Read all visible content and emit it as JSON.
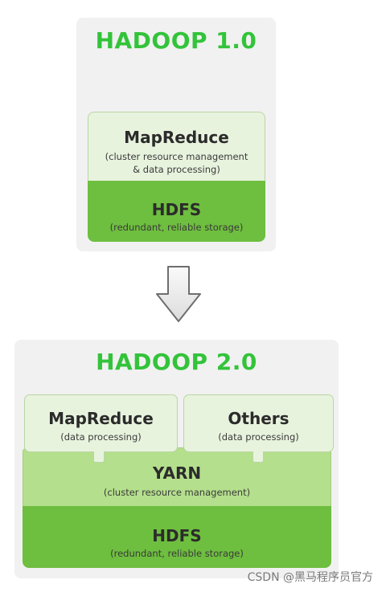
{
  "hadoop1": {
    "title": "HADOOP 1.0",
    "mapreduce": {
      "title": "MapReduce",
      "subtitle_line1": "(cluster resource management",
      "subtitle_line2": "& data processing)"
    },
    "hdfs": {
      "title": "HDFS",
      "subtitle": "(redundant, reliable storage)"
    }
  },
  "hadoop2": {
    "title": "HADOOP 2.0",
    "mapreduce": {
      "title": "MapReduce",
      "subtitle": "(data processing)"
    },
    "others": {
      "title": "Others",
      "subtitle": "(data processing)"
    },
    "yarn": {
      "title": "YARN",
      "subtitle": "(cluster resource management)"
    },
    "hdfs": {
      "title": "HDFS",
      "subtitle": "(redundant, reliable storage)"
    }
  },
  "watermark": "CSDN @黑马程序员官方",
  "colors": {
    "title_green": "#33c33a",
    "hdfs_green": "#6ebe3f",
    "yarn_green": "#b4df8c",
    "app_box": "#e8f3de",
    "panel_bg": "#f1f1f1"
  },
  "icons": {
    "arrow": "down-arrow-icon"
  }
}
